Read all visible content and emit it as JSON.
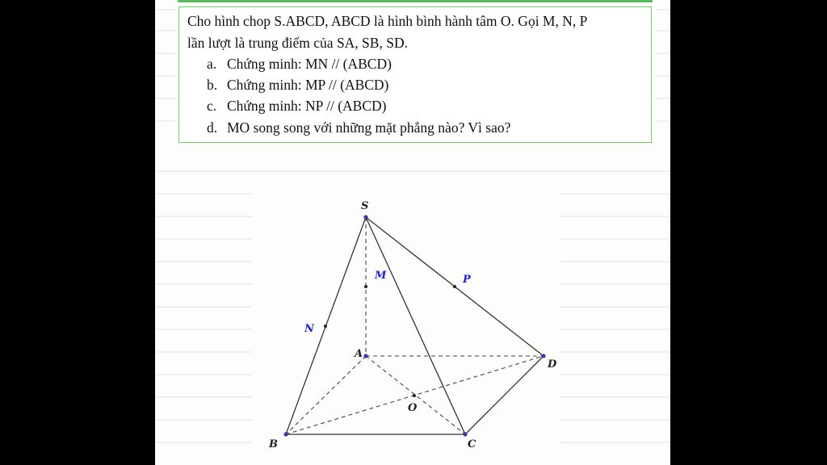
{
  "problem": {
    "line1": "Cho hình chop S.ABCD, ABCD là hình bình hành tâm O. Gọi M, N, P",
    "line2": "lần lượt là trung điểm của SA, SB, SD.",
    "items": [
      {
        "label": "a.",
        "text": "Chứng minh: MN // (ABCD)"
      },
      {
        "label": "b.",
        "text": "Chứng minh: MP // (ABCD)"
      },
      {
        "label": "c.",
        "text": "Chứng minh: NP // (ABCD)"
      },
      {
        "label": "d.",
        "text": "MO song song với những mặt phẳng nào? Vì sao?"
      }
    ]
  },
  "figure": {
    "point_labels": {
      "S": "S",
      "A": "A",
      "B": "B",
      "C": "C",
      "D": "D",
      "O": "O",
      "M": "M",
      "N": "N",
      "P": "P"
    }
  },
  "colors": {
    "frame": "#7cc47a",
    "point": "#3a3aa0",
    "midpoint_label": "#2323c8",
    "edge": "#333333"
  }
}
